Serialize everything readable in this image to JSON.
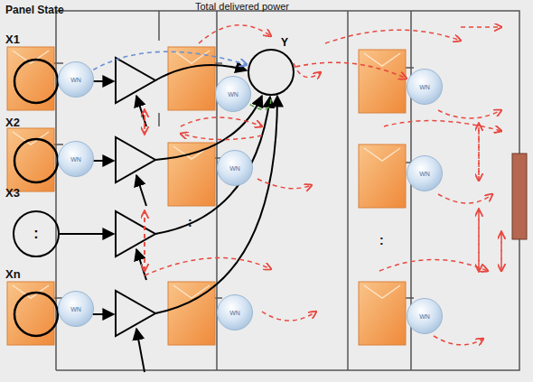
{
  "diagram": {
    "nodes": [
      {
        "text": [
          "WN"
        ]
      },
      {
        "text": [
          "Y"
        ]
      },
      {
        "text": [
          "WN"
        ]
      },
      {
        "text": [
          "WN"
        ]
      },
      {
        "text": [
          "WN"
        ]
      },
      {
        "text": [
          "WN"
        ]
      },
      {
        "text": [
          "WN"
        ]
      },
      {
        "text": [
          ":"
        ]
      },
      {
        "text": [
          "WN"
        ]
      },
      {
        "text": [
          "WN"
        ]
      },
      {
        "text": [
          "WN"
        ]
      }
    ],
    "edges": [
      {
        "from": 0,
        "to": 1,
        "arrow": "to"
      },
      {
        "from": 2,
        "to": 1,
        "arrow": "none"
      },
      {
        "from": 1,
        "to": 3,
        "arrow": "to"
      }
    ],
    "labels": [
      "Panel State",
      "Total delivered power",
      "X1",
      "X2",
      "X3",
      "Xn",
      ":",
      ":"
    ]
  }
}
